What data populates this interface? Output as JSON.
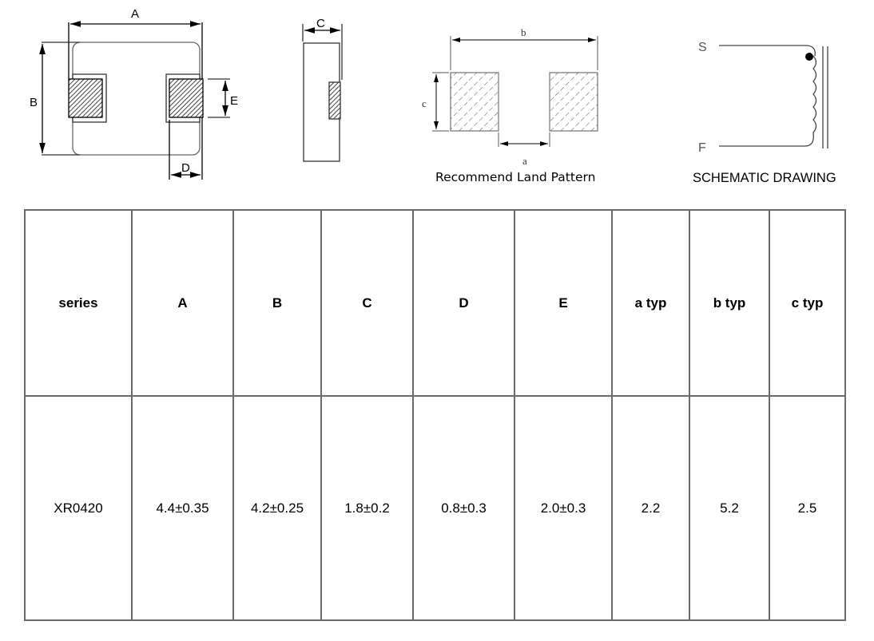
{
  "drawing": {
    "front_view": {
      "A": "A",
      "B": "B",
      "D": "D",
      "E": "E"
    },
    "side_view": {
      "C": "C"
    },
    "land_pattern": {
      "a": "a",
      "b": "b",
      "c": "c",
      "caption": "Recommend Land Pattern"
    },
    "schematic": {
      "start": "S",
      "finish": "F",
      "caption": "SCHEMATIC DRAWING"
    }
  },
  "table": {
    "headers": [
      "series",
      "A",
      "B",
      "C",
      "D",
      "E",
      "a typ",
      "b typ",
      "c typ"
    ],
    "rows": [
      [
        "XR0420",
        "4.4±0.35",
        "4.2±0.25",
        "1.8±0.2",
        "0.8±0.3",
        "2.0±0.3",
        "2.2",
        "5.2",
        "2.5"
      ]
    ]
  }
}
